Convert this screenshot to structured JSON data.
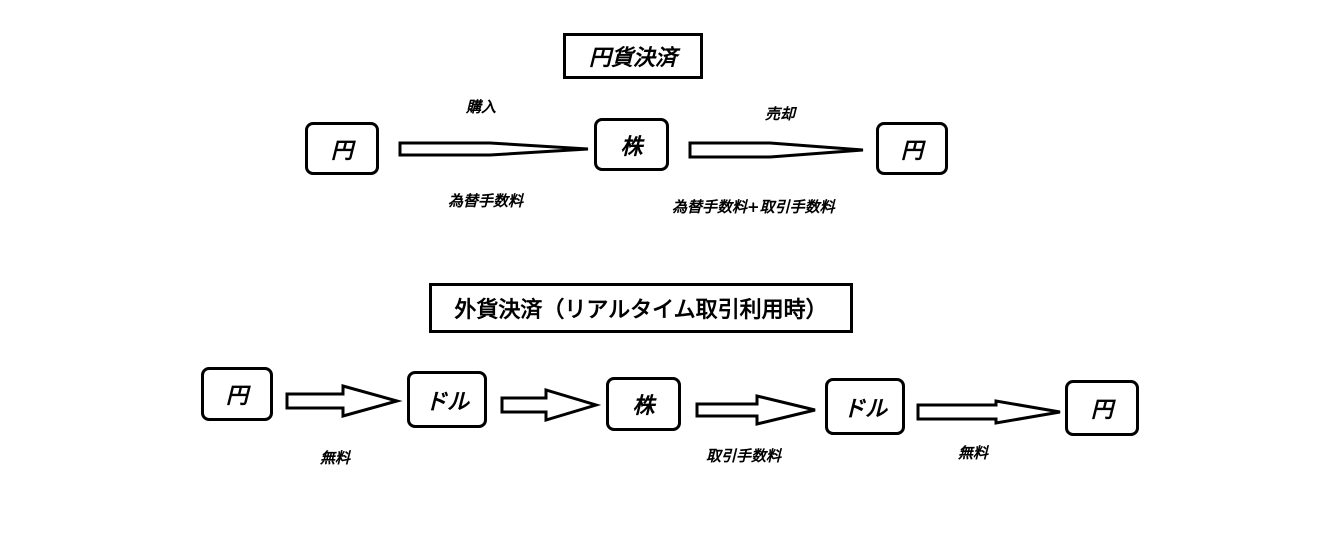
{
  "yen_settlement": {
    "title": "円貨決済",
    "nodes": [
      "円",
      "株",
      "円"
    ],
    "labels": {
      "buy": "購入",
      "sell": "売却",
      "fee_buy": "為替手数料",
      "fee_sell": "為替手数料+取引手数料"
    }
  },
  "foreign_settlement": {
    "title": "外貨決済（リアルタイム取引利用時）",
    "nodes": [
      "円",
      "ドル",
      "株",
      "ドル",
      "円"
    ],
    "labels": {
      "fee_1": "無料",
      "fee_3": "取引手数料",
      "fee_4": "無料"
    }
  }
}
